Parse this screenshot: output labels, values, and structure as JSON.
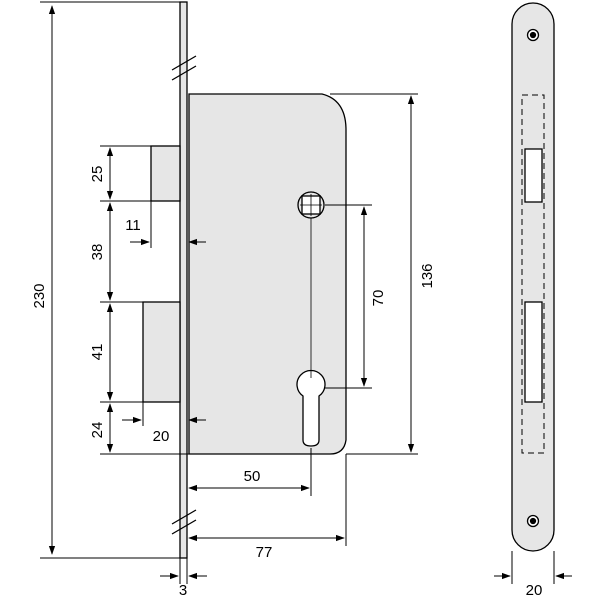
{
  "colors": {
    "line": "#000000",
    "case_fill": "#e6e6e6",
    "plate_fill": "#e6e6e6",
    "bolt_fill": "#ffffff",
    "background": "#ffffff"
  },
  "dimensions": {
    "total_height": "230",
    "latch_height": "25",
    "latch_projection": "11",
    "latch_to_bolt_gap": "38",
    "bolt_height": "41",
    "bolt_projection": "20",
    "bolt_to_bottom": "24",
    "backset_follower_to_keyhole": "70",
    "case_height": "136",
    "backset": "50",
    "case_depth": "77",
    "plate_thickness": "3",
    "plate_width": "20"
  },
  "icons": {
    "square_follower": "square-follower-icon",
    "keyhole": "keyhole-icon",
    "screw_hole": "screw-hole-icon"
  }
}
